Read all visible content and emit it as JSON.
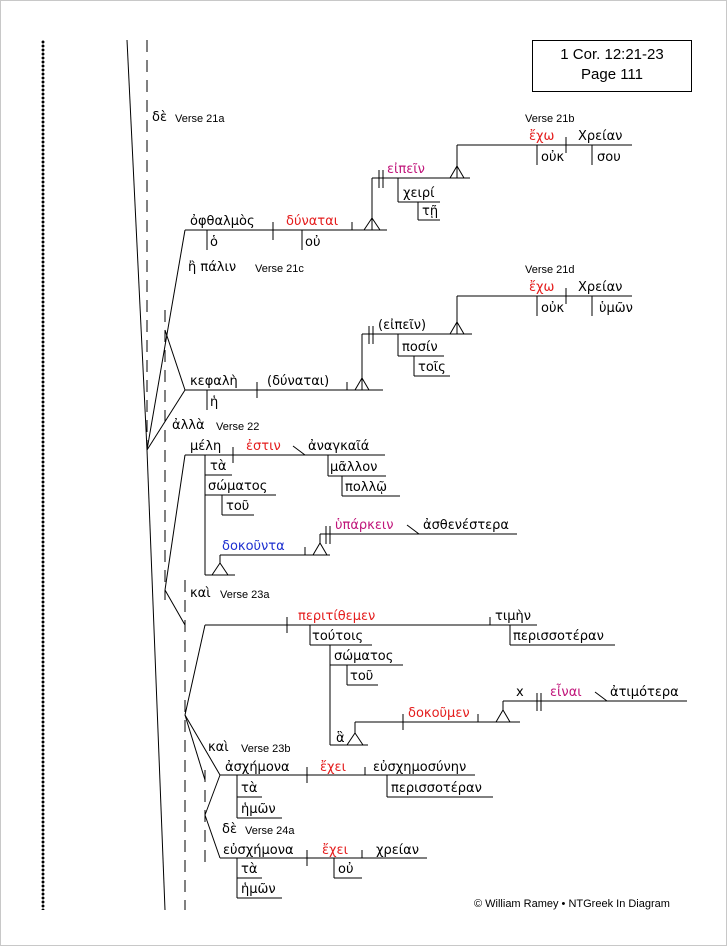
{
  "reference": {
    "line1": "1 Cor. 12:21-23",
    "line2": "Page 111"
  },
  "footer": "© William Ramey • NTGreek In Diagram",
  "colors": {
    "verb": "#e41d1d",
    "infinitive": "#c0157a",
    "participle": "#1d2fd0",
    "lines": "#000000"
  },
  "labels": {
    "v21a": "Verse 21a",
    "v21b": "Verse 21b",
    "v21c": "Verse 21c",
    "v21d": "Verse 21d",
    "v22": "Verse 22",
    "v23a": "Verse 23a",
    "v23b": "Verse 23b",
    "v24a": "Verse 24a"
  },
  "words": {
    "de1": "δὲ",
    "ophthalmos": "ὀφθαλμὸς",
    "ho": "ὁ",
    "dynatai": "δύναται",
    "ou1": "οὐ",
    "eipein1": "εἰπεῖν",
    "cheiri": "χειρί",
    "te": "τῇ",
    "echo1": "ἔχω",
    "chreian1": "Χρείαν",
    "ouk1": "οὐκ",
    "sou": "σου",
    "e_palin": "ἢ πάλιν",
    "kephale": "κεφαλὴ",
    "dynatai_paren": "(δύναται)",
    "he": "ἡ",
    "eipein_paren": "(εἰπεῖν)",
    "posin": "ποσίν",
    "tois1": "τοῖς",
    "echo2": "ἔχω",
    "chreian2": "Χρείαν",
    "ouk2": "οὐκ",
    "hymon": "ὑμῶν",
    "alla": "ἀλλὰ",
    "mele": "μέλη",
    "estin": "ἐστιν",
    "anankaia": "ἀναγκαῖά",
    "ta1": "τὰ",
    "mallon": "μᾶλλον",
    "somatos1": "σώματος",
    "pollo": "πολλῷ",
    "tou1": "τοῦ",
    "dokounta": "δοκοῦντα",
    "hyparchein": "ὑπάρκειν",
    "asthenestera": "ἀσθενέστερα",
    "kai1": "καὶ",
    "peritithemen": "περιτίθεμεν",
    "timen": "τιμὴν",
    "toutois": "τούτοις",
    "perissoteran1": "περισσοτέραν",
    "somatos2": "σώματος",
    "tou2": "τοῦ",
    "dokoumen": "δοκοῦμεν",
    "x": "x",
    "einai": "εἶναι",
    "atimotera": "ἀτιμότερα",
    "ha": "ἃ",
    "kai2": "καὶ",
    "aschemona": "ἀσχήμονα",
    "echei1": "ἔχει",
    "euschemosynen": "εὐσχημοσύνην",
    "ta2": "τὰ",
    "perissoteran2": "περισσοτέραν",
    "hemon1": "ἡμῶν",
    "de2": "δὲ",
    "euschemona": "εὐσχήμονα",
    "echei2": "ἔχει",
    "chreian3": "χρείαν",
    "ta3": "τὰ",
    "ou2": "οὐ",
    "hemon2": "ἡμῶν"
  }
}
